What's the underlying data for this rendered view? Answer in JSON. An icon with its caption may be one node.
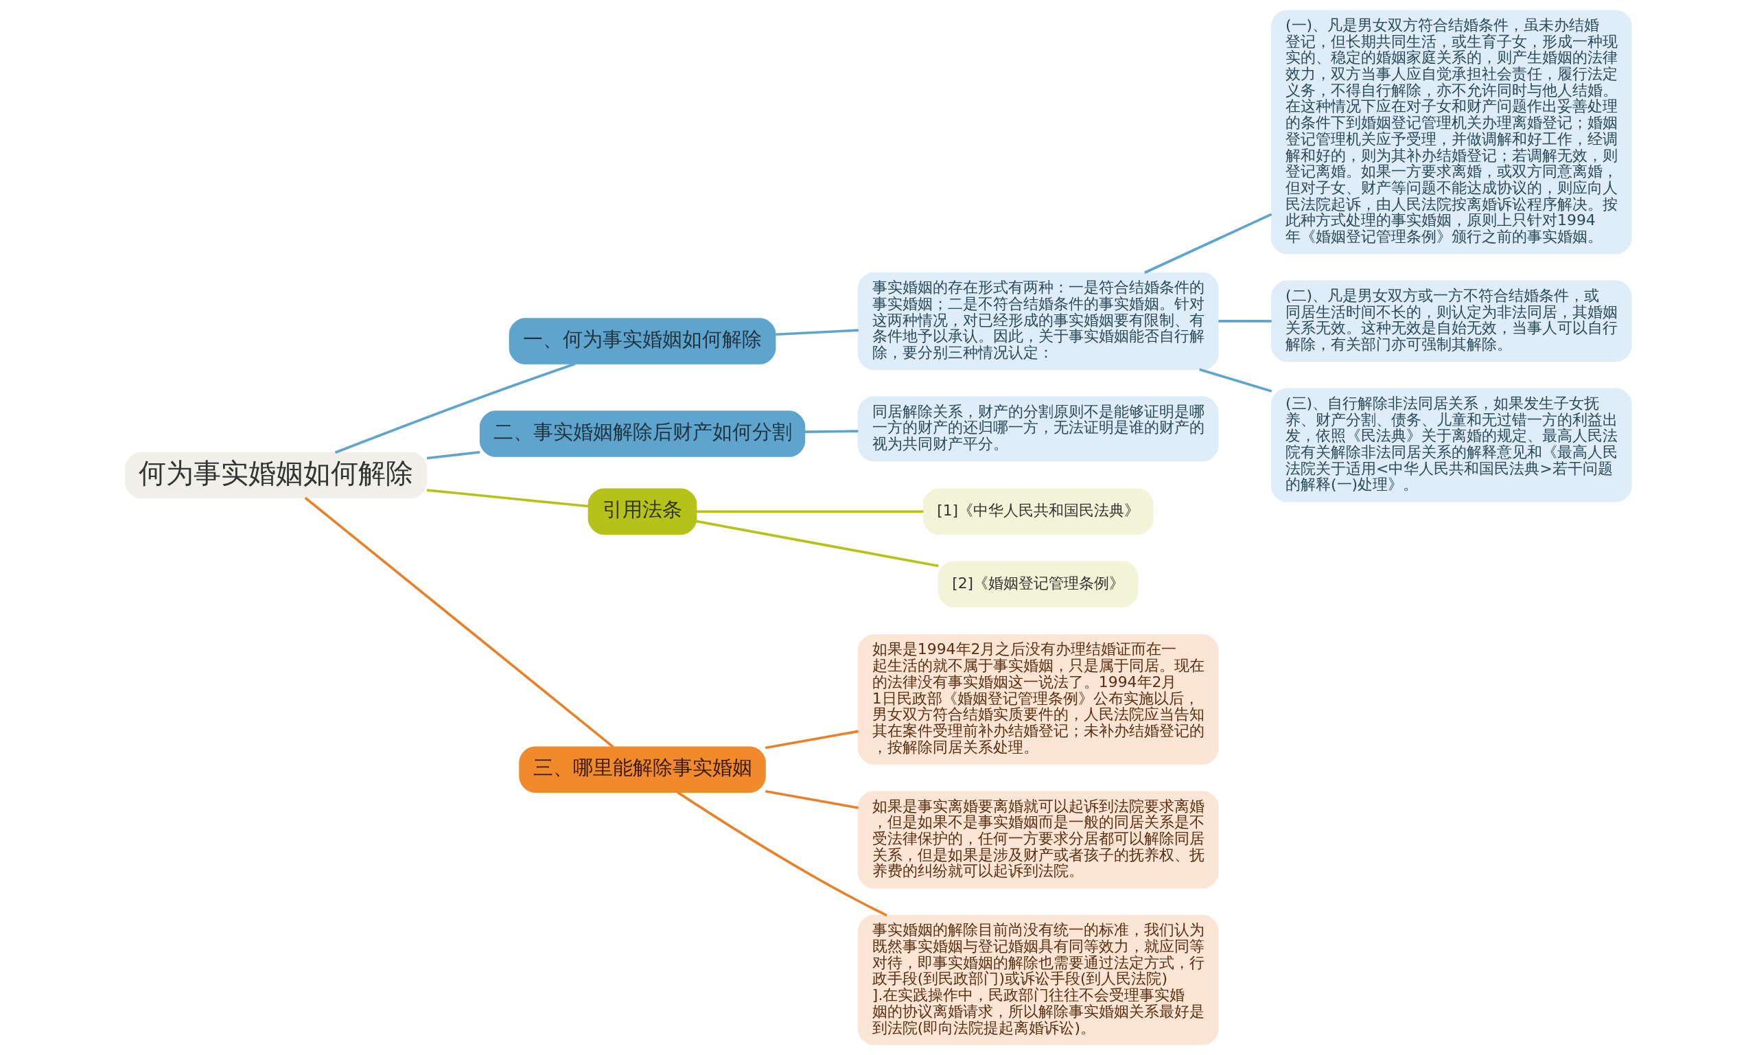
{
  "diagram": {
    "nodes": [
      {
        "text": [
          "何为事实婚姻如何解除"
        ]
      },
      {
        "text": [
          "一、何为事实婚姻如何解除"
        ]
      },
      {
        "text": [
          "事实婚姻的存在形式有两种：一是符合结婚条件的事实婚姻；二是不符合结婚条件的事实婚姻。针对这两种情况，对已经形成的事实婚姻要有限制、有条件地予以承认。因此，关于事实婚姻能否自行解除，要分别三种情况认定："
        ]
      },
      {
        "text": [
          "(一)、凡是男女双方符合结婚条件，虽未办结婚登记，但长期共同生活，或生育子女，形成一种现实的、稳定的婚姻家庭关系的，则产生婚姻的法律效力，双方当事人应自觉承担社会责任，履行法定义务，不得自行解除，亦不允许同时与他人结婚。在这种情况下应在对子女和财产问题作出妥善处理的条件下到婚姻登记管理机关办理离婚登记；婚姻登记管理机关应予受理，并做调解和好工作，经调解和好的，则为其补办结婚登记；若调解无效，则登记离婚。如果一方要求离婚，或双方同意离婚，但对子女、财产等问题不能达成协议的，则应向人民法院起诉，由人民法院按离婚诉讼程序解决。按此种方式处理的事实婚姻，原则上只针对1994年《婚姻登记管理条例》颁行之前的事实婚姻。"
        ]
      },
      {
        "text": [
          "(二)、凡是男女双方或一方不符合结婚条件，或同居生活时间不长的，则认定为非法同居，其婚姻关系无效。这种无效是自始无效，当事人可以自行解除，有关部门亦可强制其解除。"
        ]
      },
      {
        "text": [
          "(三)、自行解除非法同居关系，如果发生子女抚养、财产分割、债务、儿童和无过错一方的利益出发，依照《民法典》关于离婚的规定、最高人民法院有关解除非法同居关系的解释意见和《最高人民法院关于适用<中华人民共和国民法典>若干问题的解释(一)处理》。"
        ]
      },
      {
        "text": [
          "二、事实婚姻解除后财产如何分割"
        ]
      },
      {
        "text": [
          "同居解除关系，财产的分割原则不是能够证明是哪一方的财产的还归哪一方，无法证明是谁的财产的视为共同财产平分。"
        ]
      },
      {
        "text": [
          "引用法条"
        ]
      },
      {
        "text": [
          "[1]《中华人民共和国民法典》"
        ]
      },
      {
        "text": [
          "[2]《婚姻登记管理条例》"
        ]
      },
      {
        "text": [
          "三、哪里能解除事实婚姻"
        ]
      },
      {
        "text": [
          "如果是1994年2月之后没有办理结婚证而在一起生活的就不属于事实婚姻，只是属于同居。现在的法律没有事实婚姻这一说法了。1994年2月1日民政部《婚姻登记管理条例》公布实施以后，男女双方符合结婚实质要件的，人民法院应当告知其在案件受理前补办结婚登记；未补办结婚登记的，按解除同居关系处理。"
        ]
      },
      {
        "text": [
          "如果是事实离婚要离婚就可以起诉到法院要求离婚，但是如果不是事实婚姻而是一般的同居关系是不受法律保护的，任何一方要求分居都可以解除同居关系，但是如果是涉及财产或者孩子的抚养权、抚养费的纠纷就可以起诉到法院。"
        ]
      },
      {
        "text": [
          "事实婚姻的解除目前尚没有统一的标准，我们认为既然事实婚姻与登记婚姻具有同等效力，就应同等对待，即事实婚姻的解除也需要通过法定方式，行政手段(到民政部门)或诉讼手段(到人民法院)].在实践操作中，民政部门往往不会受理事实婚姻的协议离婚请求，所以解除事实婚姻关系最好是到法院(即向法院提起离婚诉讼)。"
        ]
      }
    ],
    "edges": [
      {
        "from": 0,
        "to": 1,
        "arrow": "none"
      },
      {
        "from": 1,
        "to": 2,
        "arrow": "none"
      },
      {
        "from": 2,
        "to": 3,
        "arrow": "none"
      },
      {
        "from": 2,
        "to": 4,
        "arrow": "none"
      },
      {
        "from": 2,
        "to": 5,
        "arrow": "none"
      },
      {
        "from": 0,
        "to": 6,
        "arrow": "none"
      },
      {
        "from": 6,
        "to": 7,
        "arrow": "none"
      },
      {
        "from": 0,
        "to": 8,
        "arrow": "none",
        "color": "#b5c21a"
      },
      {
        "from": 8,
        "to": 9,
        "arrow": "none",
        "color": "#b5c21a"
      },
      {
        "from": 8,
        "to": 10,
        "arrow": "none",
        "color": "#b5c21a"
      },
      {
        "from": 0,
        "to": 11,
        "arrow": "none",
        "color": "#e8822a"
      },
      {
        "from": 11,
        "to": 12,
        "arrow": "none",
        "color": "#e8822a"
      },
      {
        "from": 11,
        "to": 13,
        "arrow": "none",
        "color": "#e8822a"
      },
      {
        "from": 11,
        "to": 14,
        "arrow": "none",
        "color": "#e8822a"
      }
    ]
  }
}
